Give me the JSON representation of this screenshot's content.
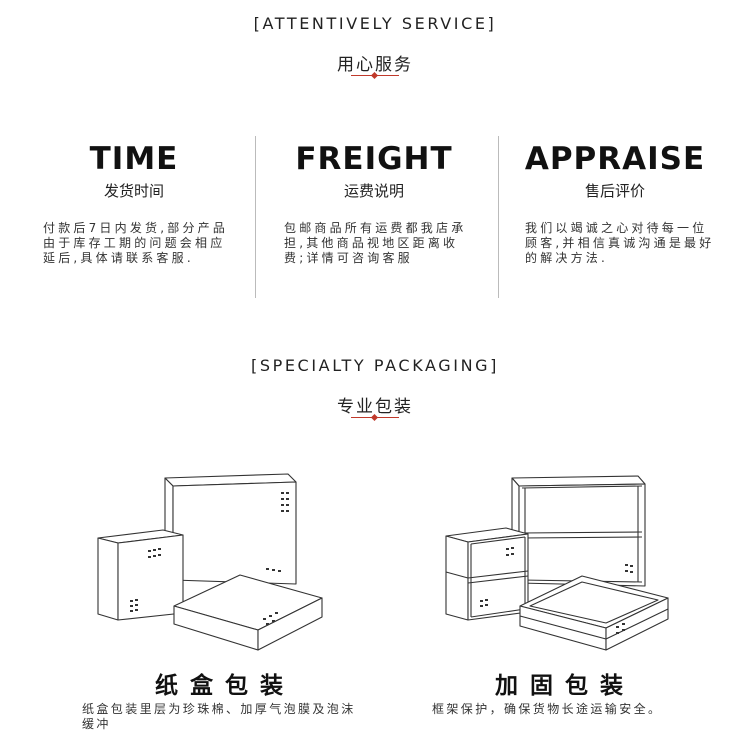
{
  "section1": {
    "title_en": "[ATTENTIVELY SERVICE]",
    "title_cn": "用心服务"
  },
  "columns": [
    {
      "title": "TIME",
      "subtitle": "发货时间",
      "desc": "付款后7日内发货,部分产品由于库存工期的问题会相应延后,具体请联系客服."
    },
    {
      "title": "FREIGHT",
      "subtitle": "运费说明",
      "desc": "包邮商品所有运费都我店承担,其他商品视地区距离收费;详情可咨询客服"
    },
    {
      "title": "APPRAISE",
      "subtitle": "售后评价",
      "desc": "我们以竭诚之心对待每一位顾客,并相信真诚沟通是最好的解决方法."
    }
  ],
  "section2": {
    "title_en": "[SPECIALTY PACKAGING]",
    "title_cn": "专业包装"
  },
  "packages": [
    {
      "title": "纸盒包装",
      "desc": "纸盒包装里层为珍珠棉、加厚气泡膜及泡沫缓冲"
    },
    {
      "title": "加固包装",
      "desc": "框架保护，确保货物长途运输安全。"
    }
  ],
  "colors": {
    "accent": "#c0392b",
    "text": "#222222",
    "divider": "#bbbbbb"
  }
}
